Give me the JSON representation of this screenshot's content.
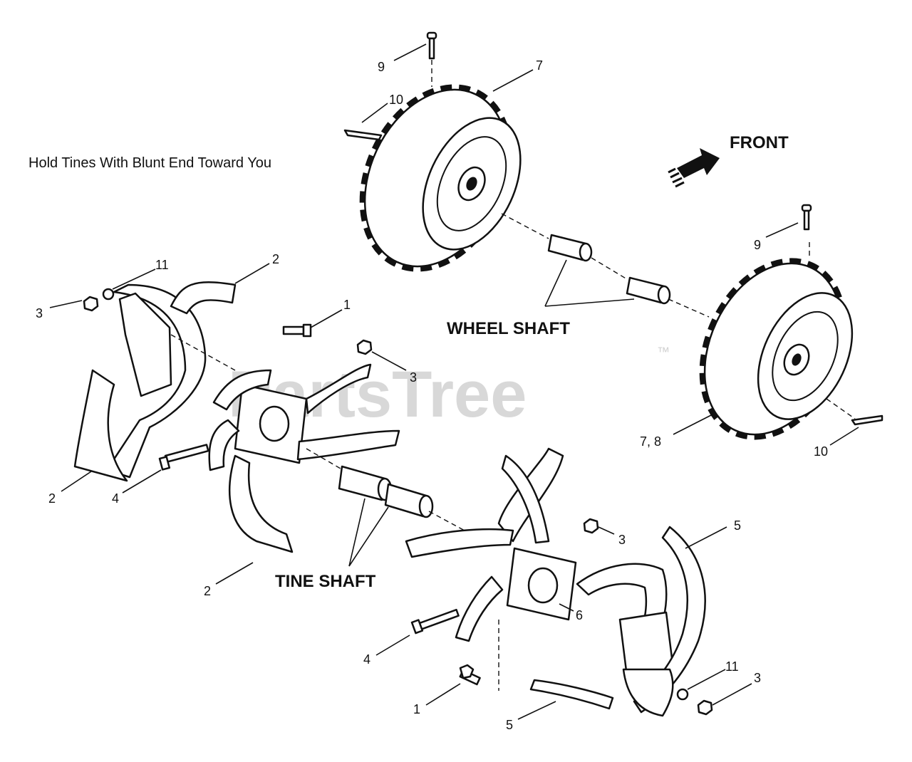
{
  "watermark": {
    "brand": "PartsTree",
    "trademark": "™"
  },
  "note": "Hold Tines With Blunt End Toward You",
  "direction_label": "FRONT",
  "assemblies": {
    "wheel_shaft": "WHEEL SHAFT",
    "tine_shaft": "TINE SHAFT"
  },
  "callouts": [
    {
      "id": "c-9-top",
      "text": "9"
    },
    {
      "id": "c-7-top",
      "text": "7"
    },
    {
      "id": "c-10-top",
      "text": "10"
    },
    {
      "id": "c-9-right",
      "text": "9"
    },
    {
      "id": "c-78",
      "text": "7, 8"
    },
    {
      "id": "c-10-right",
      "text": "10"
    },
    {
      "id": "c-11-left",
      "text": "11"
    },
    {
      "id": "c-2-top",
      "text": "2"
    },
    {
      "id": "c-3-left",
      "text": "3"
    },
    {
      "id": "c-1-top",
      "text": "1"
    },
    {
      "id": "c-3-mid",
      "text": "3"
    },
    {
      "id": "c-2-left",
      "text": "2"
    },
    {
      "id": "c-4-left",
      "text": "4"
    },
    {
      "id": "c-2-bottom",
      "text": "2"
    },
    {
      "id": "c-3-right",
      "text": "3"
    },
    {
      "id": "c-5-top",
      "text": "5"
    },
    {
      "id": "c-6",
      "text": "6"
    },
    {
      "id": "c-4-bottom",
      "text": "4"
    },
    {
      "id": "c-11-right",
      "text": "11"
    },
    {
      "id": "c-3-bottom",
      "text": "3"
    },
    {
      "id": "c-1-bottom",
      "text": "1"
    },
    {
      "id": "c-5-bottom",
      "text": "5"
    }
  ]
}
